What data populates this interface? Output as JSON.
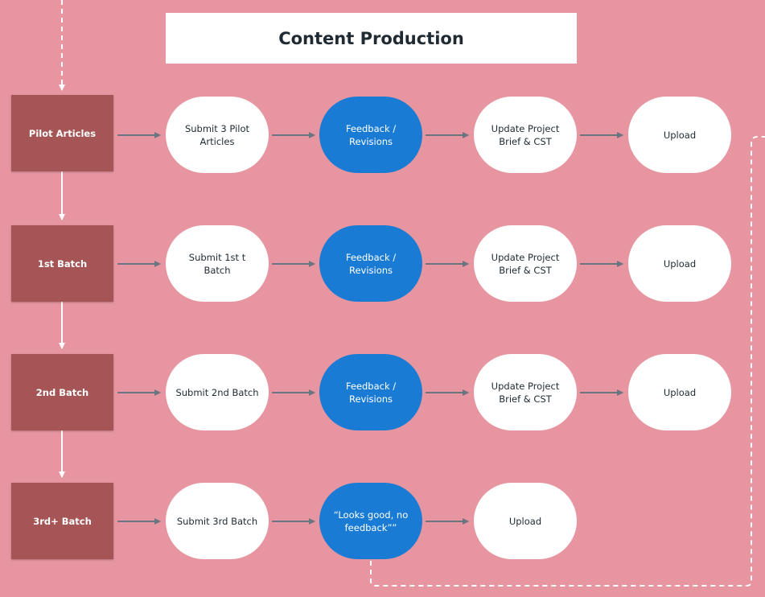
{
  "title": "Content Production",
  "colors": {
    "background": "#e795a1",
    "stage_box": "#a55555",
    "feedback_node": "#1a7bd4",
    "node": "#ffffff",
    "arrow": "#6b7580"
  },
  "rows": [
    {
      "stage": "Pilot Articles",
      "steps": [
        "Submit 3 Pilot Articles",
        "Feedback / Revisions",
        "Update Project Brief & CST",
        "Upload"
      ]
    },
    {
      "stage": "1st Batch",
      "steps": [
        "Submit 1st t Batch",
        "Feedback / Revisions",
        "Update Project Brief & CST",
        "Upload"
      ]
    },
    {
      "stage": "2nd Batch",
      "steps": [
        "Submit 2nd  Batch",
        "Feedback / Revisions",
        "Update Project Brief & CST",
        "Upload"
      ]
    },
    {
      "stage": "3rd+ Batch",
      "steps": [
        "Submit 3rd Batch",
        "“Looks good, no feedback””",
        "Upload"
      ]
    }
  ]
}
